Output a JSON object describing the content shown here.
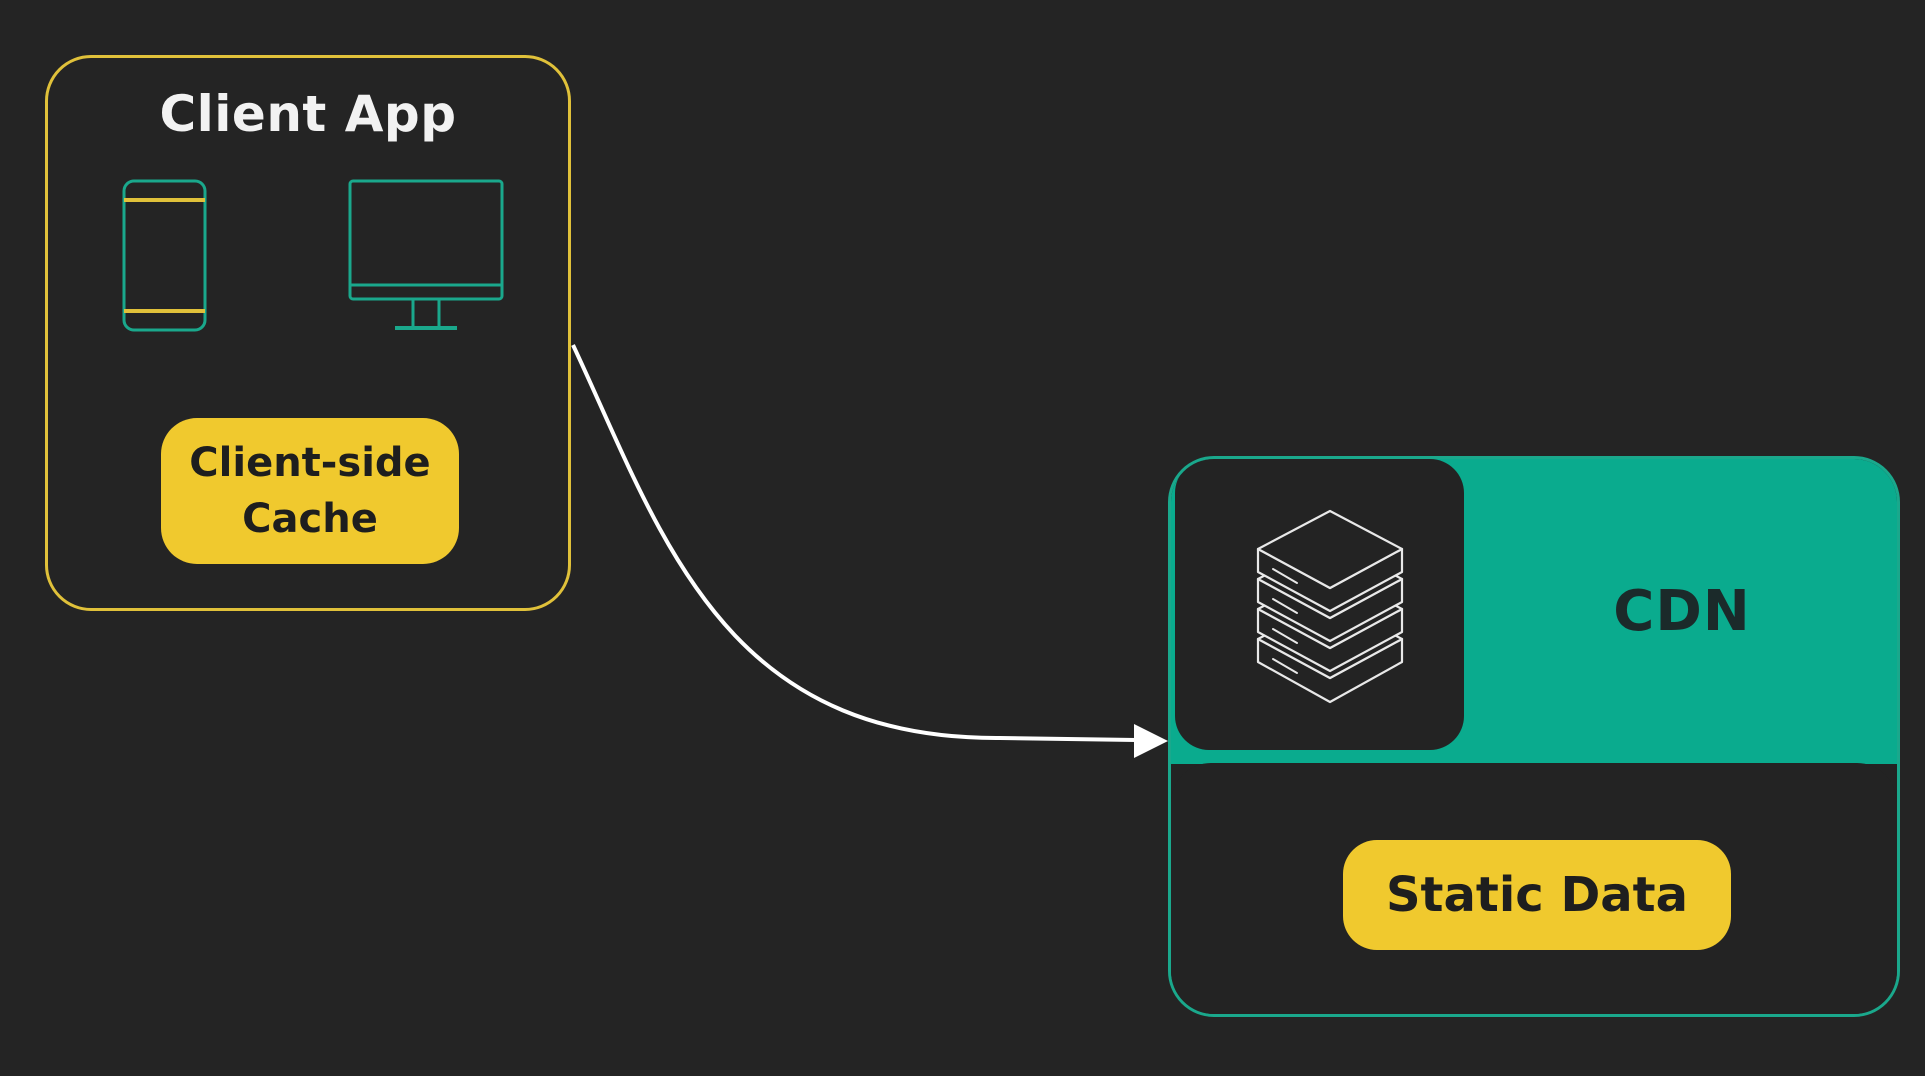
{
  "client_app": {
    "title": "Client App",
    "cache_label": "Client-side\nCache",
    "devices": [
      "phone-icon",
      "monitor-icon"
    ]
  },
  "cdn": {
    "label": "CDN",
    "storage_label": "Static Data",
    "icon": "server-stack-icon"
  },
  "connector": {
    "from": "Client App",
    "to": "CDN"
  },
  "colors": {
    "background": "#242424",
    "client_border": "#e0c13a",
    "pill_yellow": "#f0c92e",
    "cdn_teal": "#0aab8e",
    "icon_teal": "#1aa88c",
    "arrow": "#ffffff"
  }
}
